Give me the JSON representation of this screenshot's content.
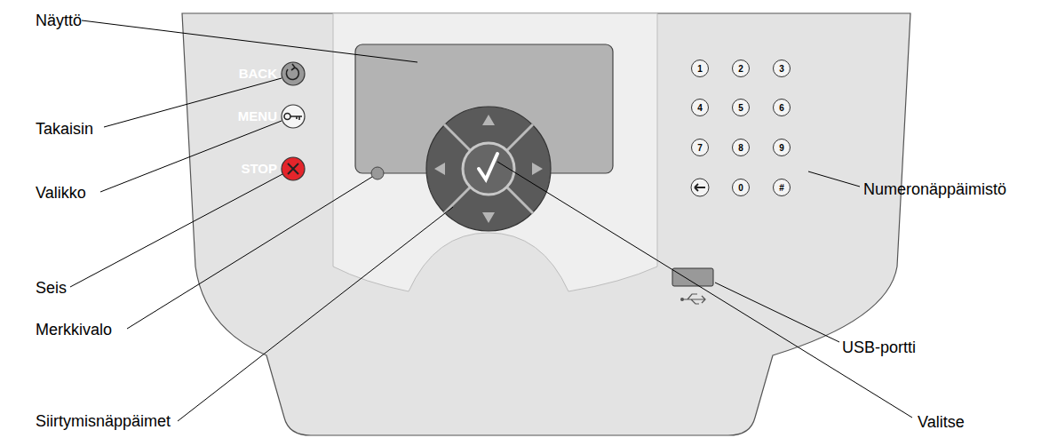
{
  "diagram": {
    "nodes": [
      {
        "text": [
          "1"
        ]
      },
      {
        "text": [
          "2"
        ]
      },
      {
        "text": [
          "3"
        ]
      },
      {
        "text": [
          "4"
        ]
      },
      {
        "text": [
          "5"
        ]
      },
      {
        "text": [
          "6"
        ]
      },
      {
        "text": [
          "7"
        ]
      },
      {
        "text": [
          "8"
        ]
      },
      {
        "text": [
          "9"
        ]
      },
      {
        "text": [
          "0"
        ]
      },
      {
        "text": [
          "#"
        ]
      }
    ],
    "labels": [
      "Näyttö",
      "Takaisin",
      "Valikko",
      "Seis",
      "Merkkivalo",
      "Siirtymisnäppäimet",
      "Numeronäppäimistö",
      "USB-portti",
      "Valitse",
      "BACK",
      "MENU",
      "STOP"
    ]
  }
}
